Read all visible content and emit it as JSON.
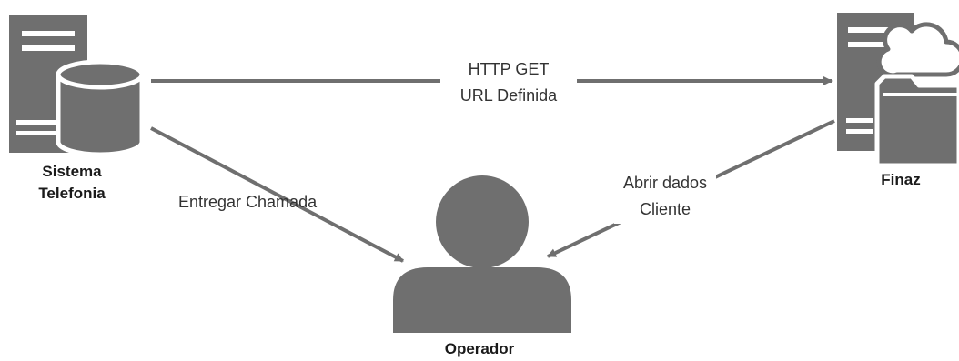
{
  "nodes": {
    "sistema": {
      "label_line1": "Sistema",
      "label_line2": "Telefonia",
      "icon": "server-database-icon"
    },
    "finaz": {
      "label": "Finaz",
      "icon": "server-cloud-folder-icon"
    },
    "operador": {
      "label": "Operador",
      "icon": "user-icon"
    }
  },
  "edges": {
    "http_get": {
      "line1": "HTTP GET",
      "line2": "URL Definida",
      "from": "Sistema Telefonia",
      "to": "Finaz"
    },
    "entregar": {
      "line1": "Entregar Chamada",
      "from": "Sistema Telefonia",
      "to": "Operador"
    },
    "abrir": {
      "line1": "Abrir dados",
      "line2": "Cliente",
      "from": "Finaz",
      "to": "Operador"
    }
  },
  "colors": {
    "icon": "#6f6f6f",
    "line": "#6f6f6f",
    "text": "#1a1a1a",
    "label": "#333333"
  }
}
